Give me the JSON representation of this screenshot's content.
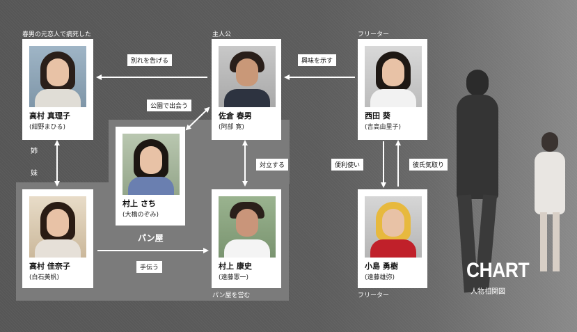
{
  "captions": {
    "takamura_mariko_role": "春男の元恋人で病死した",
    "sakura_haruo_role": "主人公",
    "nishida_aoi_role": "フリーター",
    "bakery_area_title": "パン屋",
    "murakami_koji_role": "パン屋を営む",
    "kojima_yuki_role": "フリーター"
  },
  "characters": {
    "mariko": {
      "name": "高村 真理子",
      "actor": "(紺野まひる)"
    },
    "haruo": {
      "name": "佐倉 春男",
      "actor": "(阿部 寛)"
    },
    "aoi": {
      "name": "西田 葵",
      "actor": "(吉高由里子)"
    },
    "sachi": {
      "name": "村上 さち",
      "actor": "(大橋のぞみ)"
    },
    "kanako": {
      "name": "高村 佳奈子",
      "actor": "(白石美帆)"
    },
    "koji": {
      "name": "村上 康史",
      "actor": "(遠藤憲一)"
    },
    "yuki": {
      "name": "小島 勇樹",
      "actor": "(遠藤雄弥)"
    }
  },
  "relations": {
    "haruo_to_mariko": "別れを告げる",
    "aoi_to_haruo": "興味を示す",
    "haruo_sachi": "公園で出会う",
    "haruo_koji": "対立する",
    "aoi_to_yuki": "便利使い",
    "yuki_to_aoi": "彼氏気取り",
    "kanako_to_koji": "手伝う",
    "sister_upper": "姉",
    "sister_lower": "妹"
  },
  "brand": {
    "title": "CHART",
    "subtitle": "人物相関図"
  }
}
